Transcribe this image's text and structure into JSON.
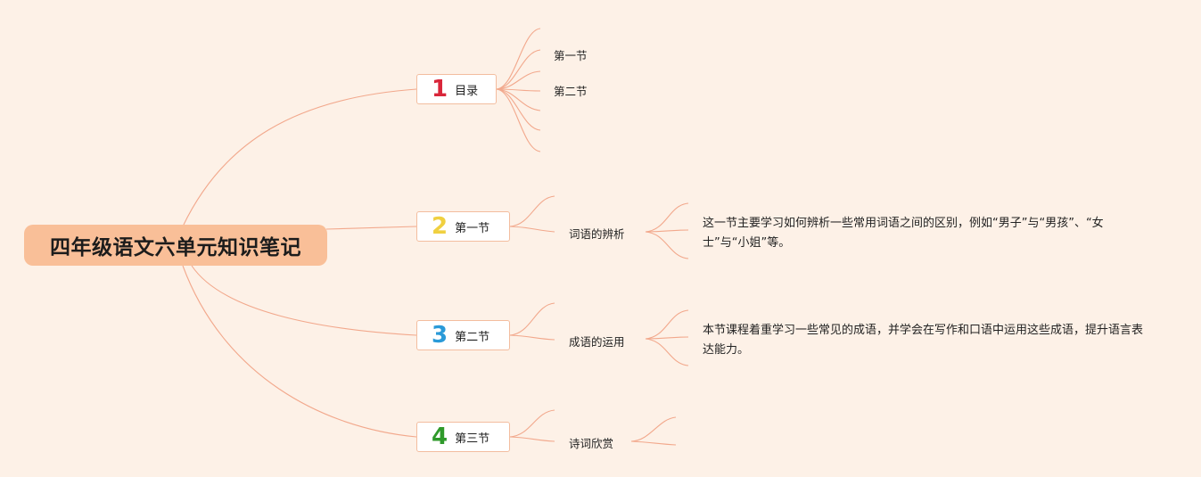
{
  "title": "四年级语文六单元知识笔记",
  "colors": {
    "background": "#fdf1e7",
    "root_fill": "#f9bf98",
    "connector": "#f2a88c",
    "branch_border": "#f3bd9f"
  },
  "branches": [
    {
      "number": "1",
      "label": "目录",
      "number_color": "#d9263a",
      "children": [
        {
          "label": "第一节"
        },
        {
          "label": "第二节"
        }
      ]
    },
    {
      "number": "2",
      "label": "第一节",
      "number_color": "#f0d040",
      "children": [
        {
          "label": "词语的辨析",
          "description": "这一节主要学习如何辨析一些常用词语之间的区别，例如“男子”与“男孩”、“女士”与“小姐”等。"
        }
      ]
    },
    {
      "number": "3",
      "label": "第二节",
      "number_color": "#2a9ad8",
      "children": [
        {
          "label": "成语的运用",
          "description": "本节课程着重学习一些常见的成语，并学会在写作和口语中运用这些成语，提升语言表达能力。"
        }
      ]
    },
    {
      "number": "4",
      "label": "第三节",
      "number_color": "#2f9a2b",
      "children": [
        {
          "label": "诗词欣赏"
        }
      ]
    }
  ]
}
